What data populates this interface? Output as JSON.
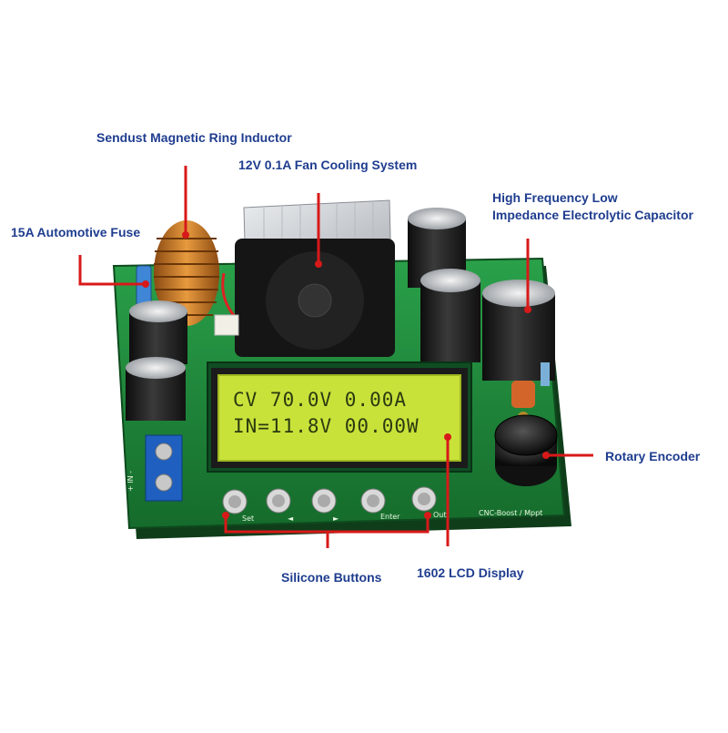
{
  "callouts": {
    "inductor": "Sendust Magnetic Ring Inductor",
    "fan": "12V 0.1A Fan Cooling System",
    "capacitor_line1": "High Frequency Low",
    "capacitor_line2": "Impedance Electrolytic Capacitor",
    "fuse": "15A  Automotive Fuse",
    "encoder": "Rotary Encoder",
    "buttons": "Silicone Buttons",
    "lcd": "1602 LCD Display"
  },
  "lcd": {
    "line1": "CV  70.0V  0.00A",
    "line2": " IN=11.8V 00.00W"
  },
  "board": {
    "silk_model": "CNC-Boost / Mppt",
    "silk_in": "+ IN -",
    "button_labels": [
      "Set",
      "◄",
      "►",
      "Enter",
      "Out"
    ]
  },
  "colors": {
    "callout_line": "#d81919",
    "callout_text": "#1f3d8f",
    "pcb": "#1f8a3a",
    "lcd_bg": "#c9e23a"
  }
}
